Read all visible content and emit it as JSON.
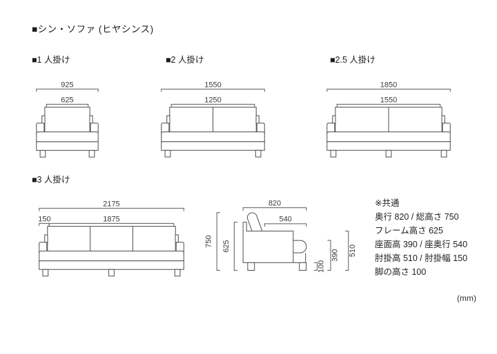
{
  "title": "■シン・ソファ (ヒヤシンス)",
  "unit_label": "(mm)",
  "front_views": [
    {
      "label": "■1 人掛け",
      "total": "925",
      "inner": "625"
    },
    {
      "label": "■2 人掛け",
      "total": "1550",
      "inner": "1250"
    },
    {
      "label": "■2.5 人掛け",
      "total": "1850",
      "inner": "1550"
    },
    {
      "label": "■3 人掛け",
      "total": "2175",
      "arm": "150",
      "inner": "1875"
    }
  ],
  "side_view": {
    "depth": "820",
    "seat_depth": "540",
    "total_height": "750",
    "frame_height": "625",
    "armrest_height": "510",
    "seat_height": "390",
    "leg_height": "100"
  },
  "common_specs": {
    "heading": "※共通",
    "lines": [
      "奥行 820 / 総高さ 750",
      "フレーム高さ 625",
      "座面高 390 / 座奥行 540",
      "肘掛高 510 / 肘掛幅 150",
      "脚の高さ 100"
    ]
  },
  "colors": {
    "line": "#4c4c4c",
    "dim_line": "#5a5a5a",
    "text": "#333333",
    "background": "#ffffff"
  }
}
